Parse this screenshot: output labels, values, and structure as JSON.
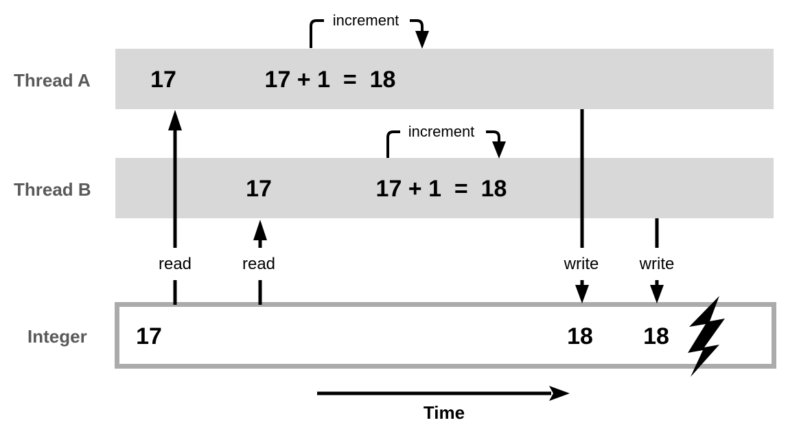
{
  "threads": {
    "a": {
      "label": "Thread A",
      "read_value": "17",
      "expression": "17 + 1  =  18",
      "annotation": "increment"
    },
    "b": {
      "label": "Thread B",
      "read_value": "17",
      "expression": "17 + 1  =  18",
      "annotation": "increment"
    }
  },
  "integer": {
    "label": "Integer",
    "initial_value": "17",
    "written_value_a": "18",
    "written_value_b": "18"
  },
  "operations": {
    "read_a": "read",
    "read_b": "read",
    "write_a": "write",
    "write_b": "write"
  },
  "time_axis": {
    "label": "Time"
  },
  "icons": {
    "conflict": "lightning-bolt"
  },
  "colors": {
    "thread_bar": "#d8d8d8",
    "integer_border": "#ababab",
    "row_label": "#595959",
    "ink": "#000000",
    "background": "#ffffff"
  }
}
